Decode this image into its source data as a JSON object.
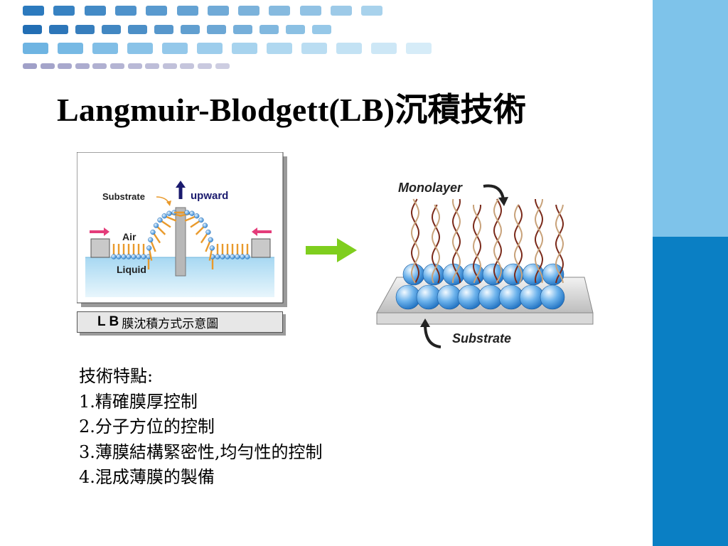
{
  "title": "Langmuir-Blodgett(LB)沉積技術",
  "diagram_left": {
    "labels": {
      "substrate": "Substrate",
      "upward": "upward",
      "air": "Air",
      "liquid": "Liquid"
    },
    "caption_prefix": "L B",
    "caption_text": "膜沈積方式示意圖"
  },
  "diagram_right": {
    "labels": {
      "monolayer": "Monolayer",
      "substrate": "Substrate"
    }
  },
  "features": {
    "heading": "技術特點:",
    "items": [
      "1.精確膜厚控制",
      "2.分子方位的控制",
      "3.薄膜結構緊密性,均勻性的控制",
      "4.混成薄膜的製備"
    ]
  },
  "colors": {
    "band_top": "#7ec3ea",
    "band_bottom": "#0a7fc4",
    "arrow_green": "#7fce1e",
    "upward_arrow": "#1a1a6e",
    "pink_arrow": "#e43c7a",
    "tail_orange": "#e99a2c",
    "ball_blue": "#3b8fd8",
    "liquid_blue": "#b9e2f5"
  },
  "icons": {
    "arrow_right": "green-right-arrow",
    "curved_arrows": "curved-arrow"
  }
}
